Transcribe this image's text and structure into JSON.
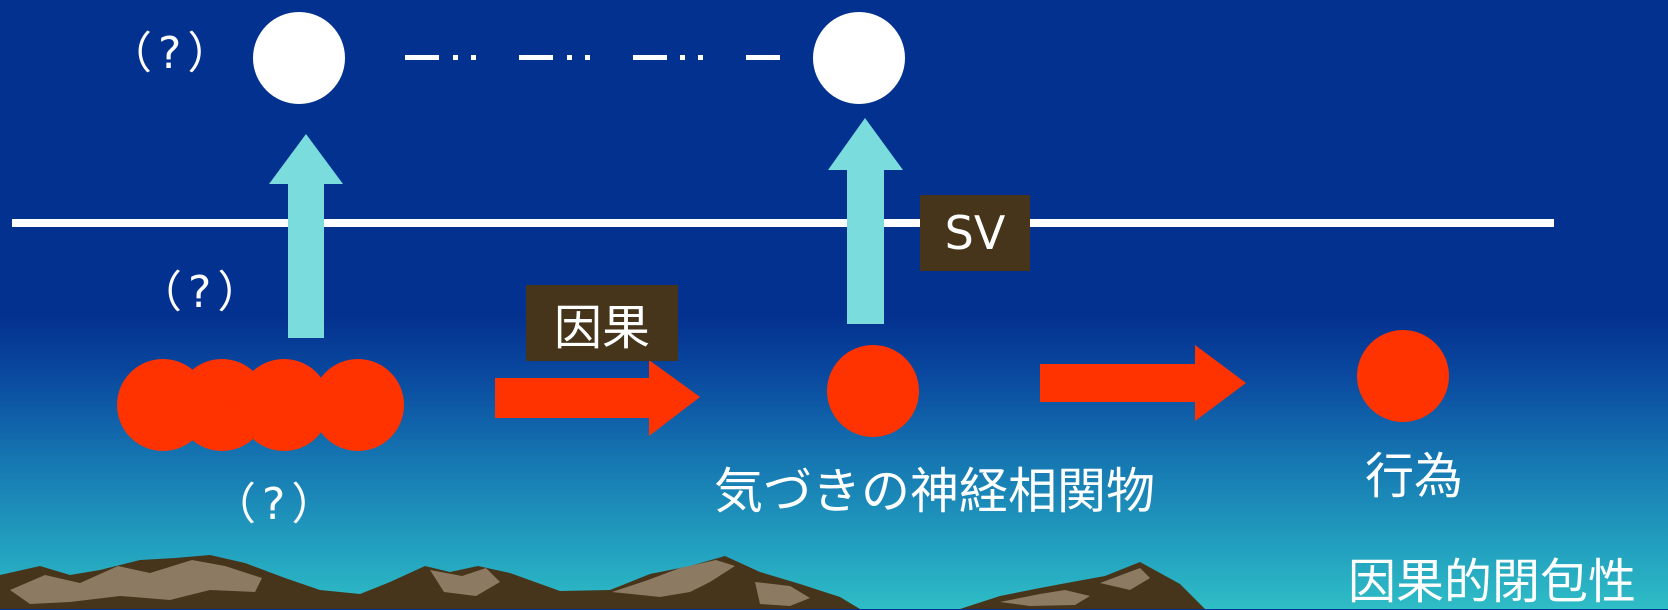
{
  "colors": {
    "background_top": "#03318f",
    "background_bottom": "#2fbdc6",
    "node_red": "#ff3300",
    "node_white": "#ffffff",
    "arrow_cyan": "#7adcdc",
    "label_box": "#46351a",
    "mountain": "#46351a",
    "mountain_light": "#8c7a62"
  },
  "labels": {
    "question_top": "（?）",
    "question_mid": "（?）",
    "question_bottom": "（?）",
    "causality_box": "因果",
    "sv_box": "SV",
    "ncc": "気づきの神経相関物",
    "action": "行為",
    "causal_closure": "因果的閉包性"
  }
}
